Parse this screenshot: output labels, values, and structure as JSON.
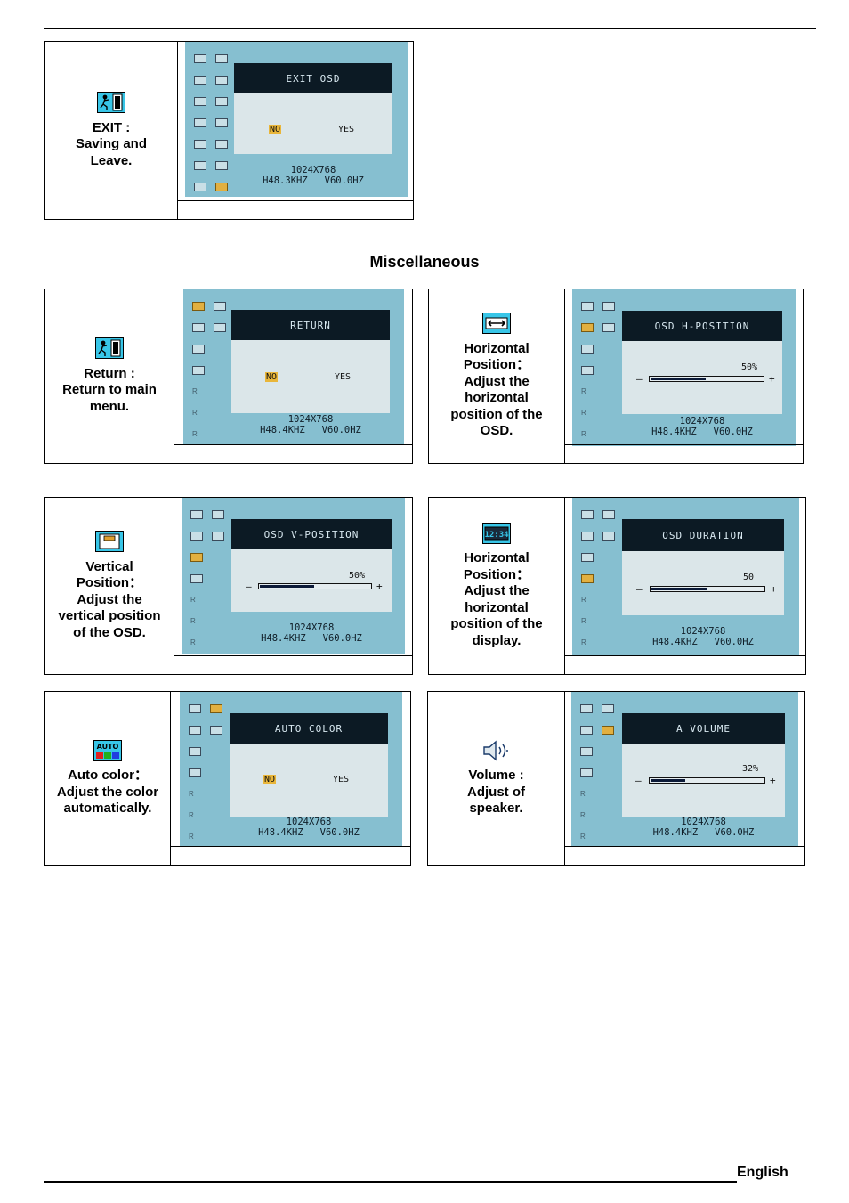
{
  "footer": {
    "language": "English"
  },
  "section": {
    "title": "Miscellaneous"
  },
  "rows": {
    "exit": {
      "icon": "exit-door-icon",
      "lines": [
        "EXIT :",
        "Saving and",
        "Leave."
      ],
      "osd": {
        "title": "EXIT OSD",
        "no": "NO",
        "yes": "YES",
        "res": "1024X768",
        "freq": "H48.3KHZ   V60.0HZ"
      }
    },
    "return": {
      "icon": "exit-door-icon",
      "lines": [
        "Return :",
        "Return to main",
        "menu."
      ],
      "osd": {
        "title": "RETURN",
        "no": "NO",
        "yes": "YES",
        "res": "1024X768",
        "freq": "H48.4KHZ   V60.0HZ"
      }
    },
    "hpos": {
      "icon": "horizontal-arrows-icon",
      "lines": [
        "Horizontal",
        "Position：",
        "Adjust the",
        "horizontal",
        "position of the",
        "OSD."
      ],
      "osd": {
        "title": "OSD H-POSITION",
        "minus": "–",
        "plus": "+",
        "value_text": "50%",
        "value": 0.5,
        "res": "1024X768",
        "freq": "H48.4KHZ   V60.0HZ"
      }
    },
    "vpos": {
      "icon": "vertical-position-icon",
      "lines": [
        "Vertical",
        "Position：",
        "Adjust the",
        "vertical position",
        "of the OSD."
      ],
      "osd": {
        "title": "OSD V-POSITION",
        "minus": "–",
        "plus": "+",
        "value_text": "50%",
        "value": 0.5,
        "res": "1024X768",
        "freq": "H48.4KHZ   V60.0HZ"
      }
    },
    "duration": {
      "icon": "clock-1234-icon",
      "lines": [
        "Horizontal",
        "Position：",
        "Adjust the",
        "horizontal",
        "position of the",
        "display."
      ],
      "osd": {
        "title": "OSD DURATION",
        "minus": "–",
        "plus": "+",
        "value_text": "50",
        "value": 0.5,
        "res": "1024X768",
        "freq": "H48.4KHZ   V60.0HZ"
      }
    },
    "autocolor": {
      "icon": "auto-color-icon",
      "lines": [
        "Auto color：",
        "Adjust the color",
        "automatically."
      ],
      "osd": {
        "title": "AUTO COLOR",
        "no": "NO",
        "yes": "YES",
        "res": "1024X768",
        "freq": "H48.4KHZ   V60.0HZ"
      }
    },
    "volume": {
      "icon": "speaker-volume-icon",
      "lines": [
        "Volume :",
        "Adjust of",
        "speaker."
      ],
      "osd": {
        "title": "A VOLUME",
        "minus": "–",
        "plus": "+",
        "value_text": "32%",
        "value": 0.32,
        "res": "1024X768",
        "freq": "H48.4KHZ   V60.0HZ"
      }
    }
  },
  "colors": {
    "screen_bg": "#86bfd0",
    "panel_title_bg": "#0c1a24",
    "panel_body_bg": "#dbe6e9",
    "selected": "#e9b63a"
  }
}
